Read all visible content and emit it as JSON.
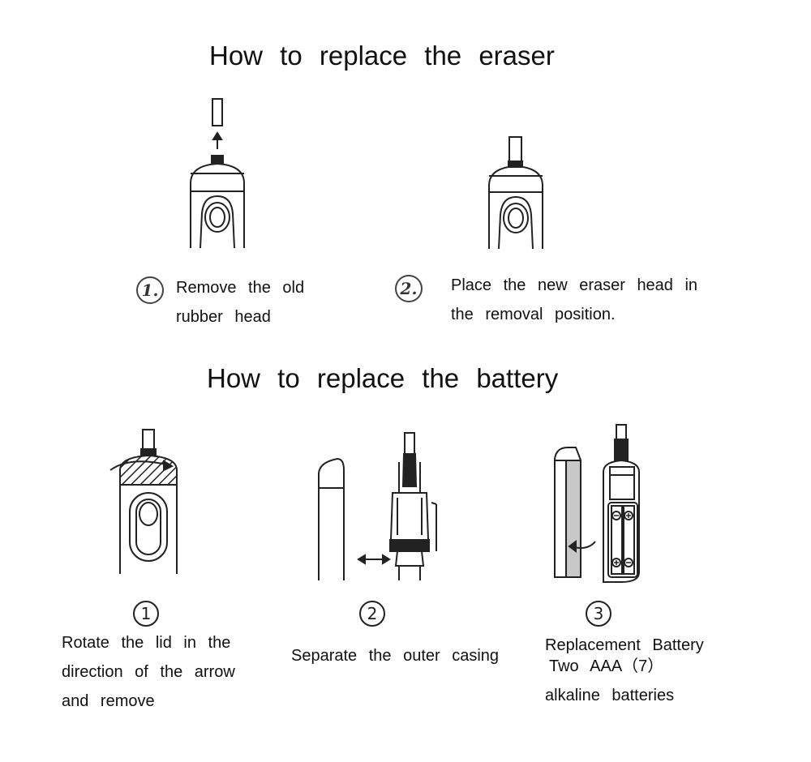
{
  "eraser": {
    "title": "How to replace the eraser",
    "steps": [
      {
        "number": "1.",
        "lines": [
          "Remove the old",
          "rubber head"
        ]
      },
      {
        "number": "2.",
        "lines": [
          "Place the new eraser head in",
          "the removal position."
        ]
      }
    ]
  },
  "battery": {
    "title": "How to replace the battery",
    "steps": [
      {
        "number": "1",
        "lines": [
          "Rotate the lid in the",
          "direction of the arrow",
          "and remove"
        ]
      },
      {
        "number": "2",
        "lines": [
          "Separate the outer casing"
        ]
      },
      {
        "number": "3",
        "lines": [
          "Replacement Battery",
          "Two AAA（7）",
          "alkaline batteries"
        ]
      }
    ]
  },
  "icons": [
    "eraser-removal-illustration",
    "eraser-installed-illustration",
    "rotate-lid-illustration",
    "separate-casing-illustration",
    "battery-compartment-illustration",
    "left-right-arrow-icon",
    "up-arrow-icon"
  ],
  "colors": {
    "line": "#222222",
    "fill_gray": "#c8c8c8"
  }
}
